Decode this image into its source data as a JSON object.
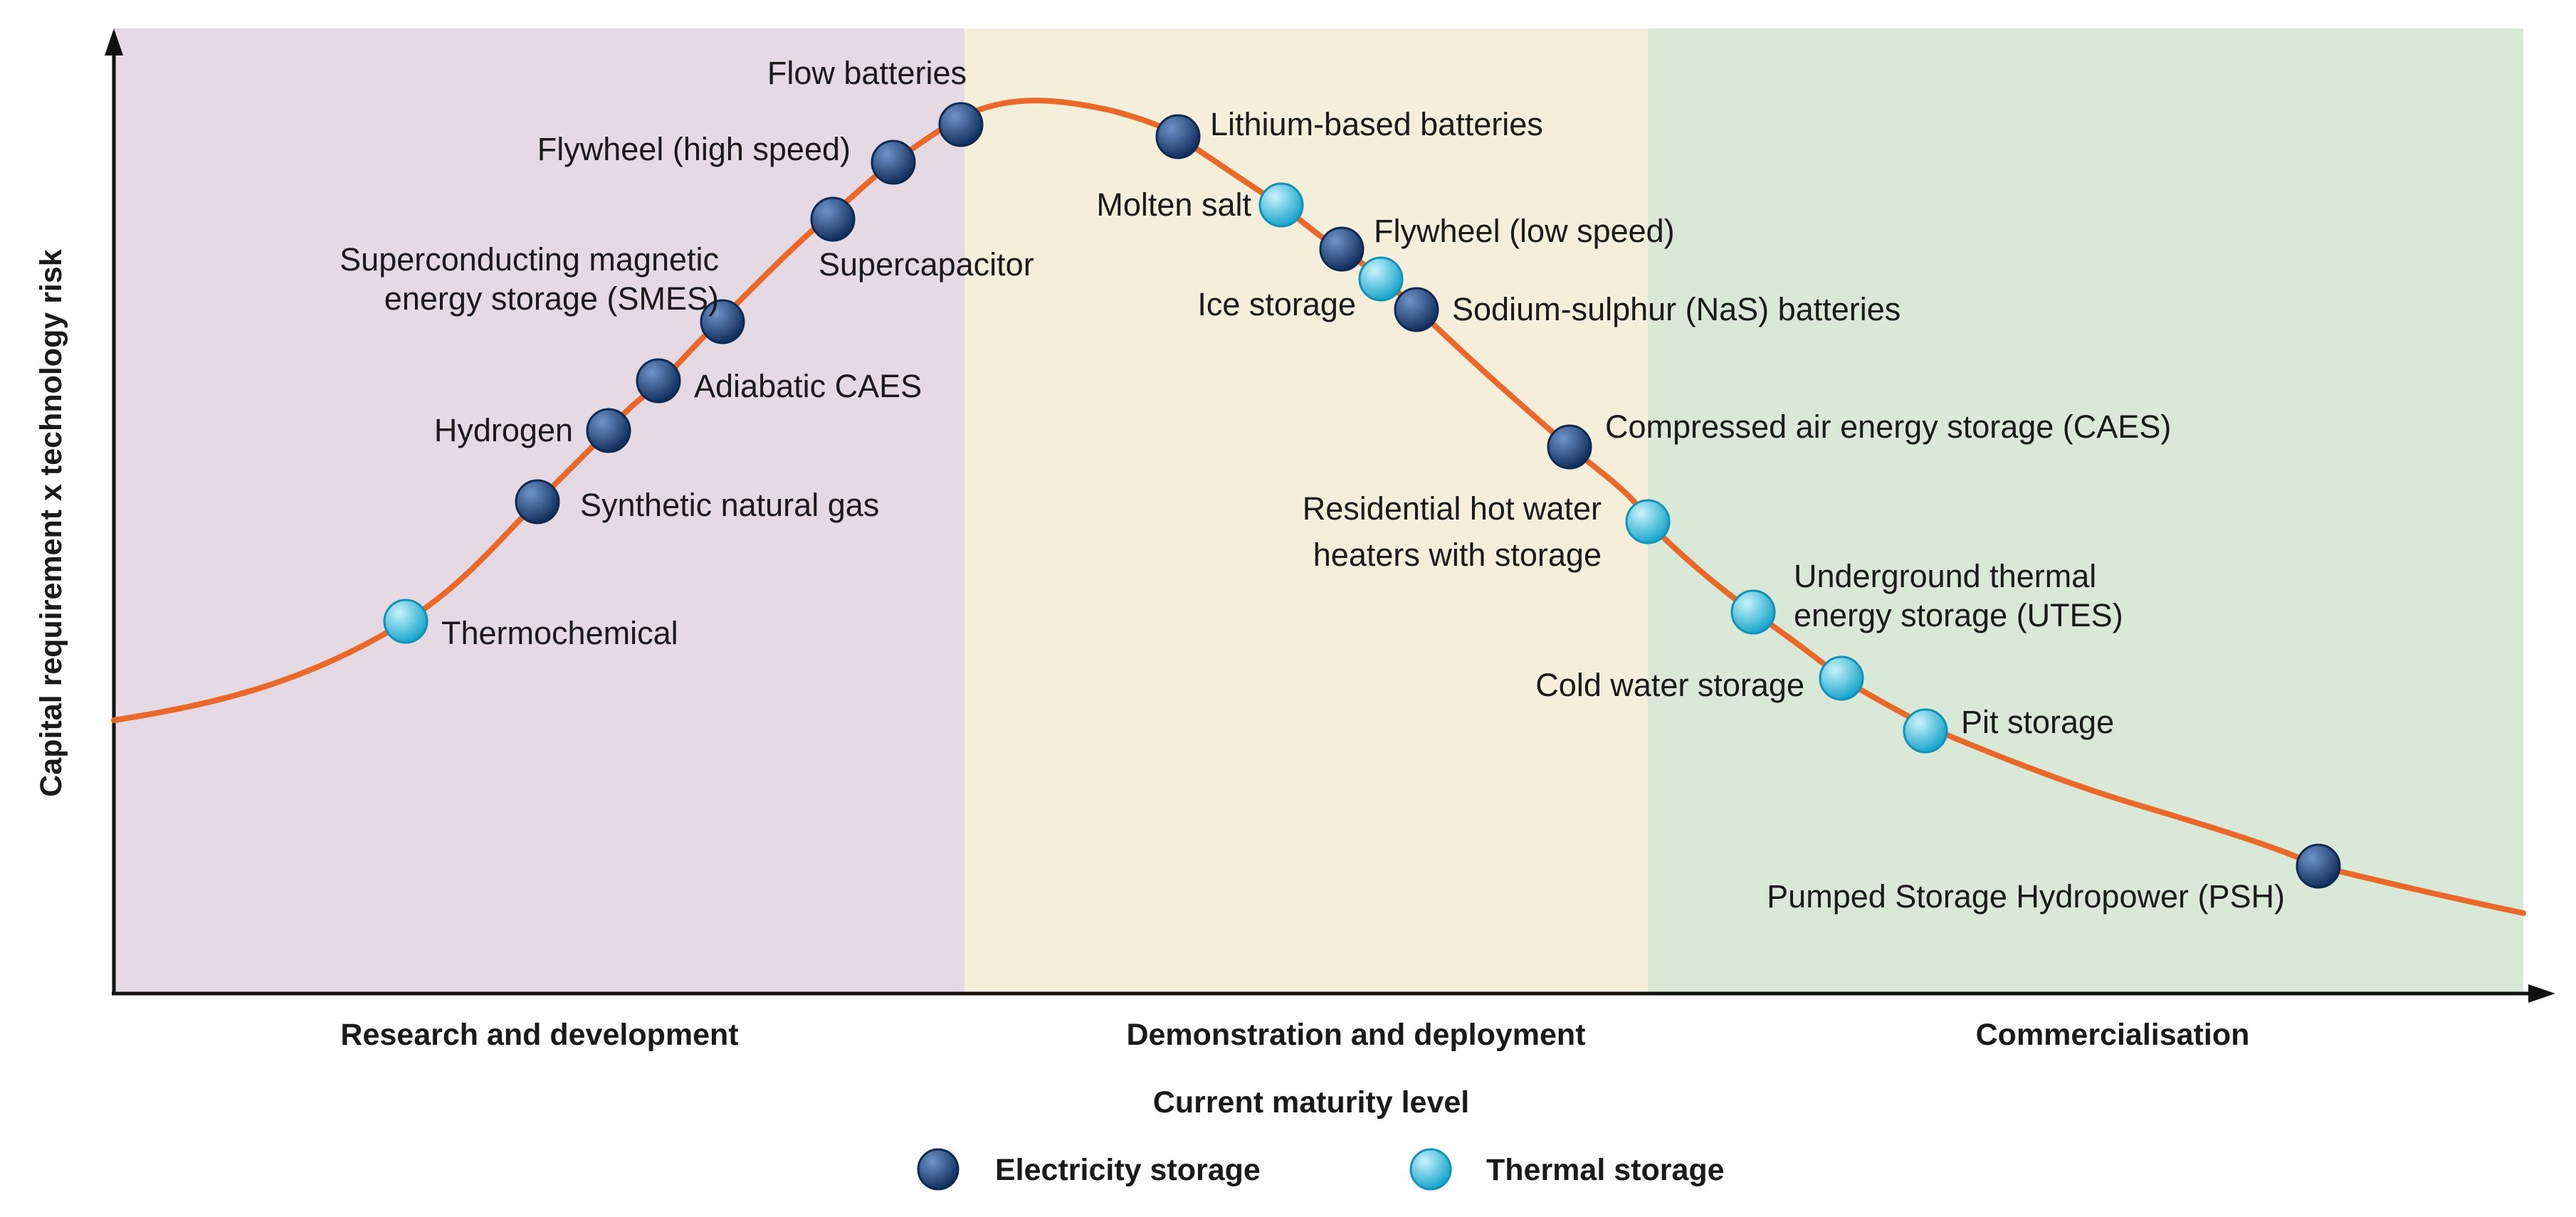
{
  "axes": {
    "y_label": "Capital requirement x technology risk",
    "x_label": "Current maturity level"
  },
  "zones": [
    {
      "label": "Research and development",
      "color": "#e5d9e3"
    },
    {
      "label": "Demonstration and deployment",
      "color": "#f4eedb"
    },
    {
      "label": "Commercialisation",
      "color": "#d9e8d7"
    }
  ],
  "legend": [
    {
      "label": "Electricity storage",
      "type": "electricity"
    },
    {
      "label": "Thermal storage",
      "type": "thermal"
    }
  ],
  "colors": {
    "curve": "#e8692a",
    "electricity_light": "#6f93c9",
    "electricity_dark": "#12305e",
    "thermal_light": "#c9f3fb",
    "thermal_dark": "#1aa6cc",
    "axis": "#111111"
  },
  "technologies": [
    {
      "name": "Thermochemical",
      "type": "thermal"
    },
    {
      "name": "Synthetic natural gas",
      "type": "electricity"
    },
    {
      "name": "Hydrogen",
      "type": "electricity"
    },
    {
      "name": "Adiabatic CAES",
      "type": "electricity"
    },
    {
      "name": "Superconducting magnetic",
      "name_line2": "energy storage (SMES)",
      "type": "electricity"
    },
    {
      "name": "Supercapacitor",
      "type": "electricity"
    },
    {
      "name": "Flywheel (high speed)",
      "type": "electricity"
    },
    {
      "name": "Flow batteries",
      "type": "electricity"
    },
    {
      "name": "Lithium-based batteries",
      "type": "electricity"
    },
    {
      "name": "Molten salt",
      "type": "thermal"
    },
    {
      "name": "Flywheel (low speed)",
      "type": "electricity"
    },
    {
      "name": "Ice storage",
      "type": "thermal"
    },
    {
      "name": "Sodium-sulphur (NaS) batteries",
      "type": "electricity"
    },
    {
      "name": "Compressed air energy storage (CAES)",
      "type": "electricity"
    },
    {
      "name": "Residential hot water",
      "name_line2": "heaters with storage",
      "type": "thermal"
    },
    {
      "name": "Underground thermal",
      "name_line2": "energy storage (UTES)",
      "type": "thermal"
    },
    {
      "name": "Cold water storage",
      "type": "thermal"
    },
    {
      "name": "Pit storage",
      "type": "thermal"
    },
    {
      "name": "Pumped Storage Hydropower (PSH)",
      "type": "electricity"
    }
  ]
}
